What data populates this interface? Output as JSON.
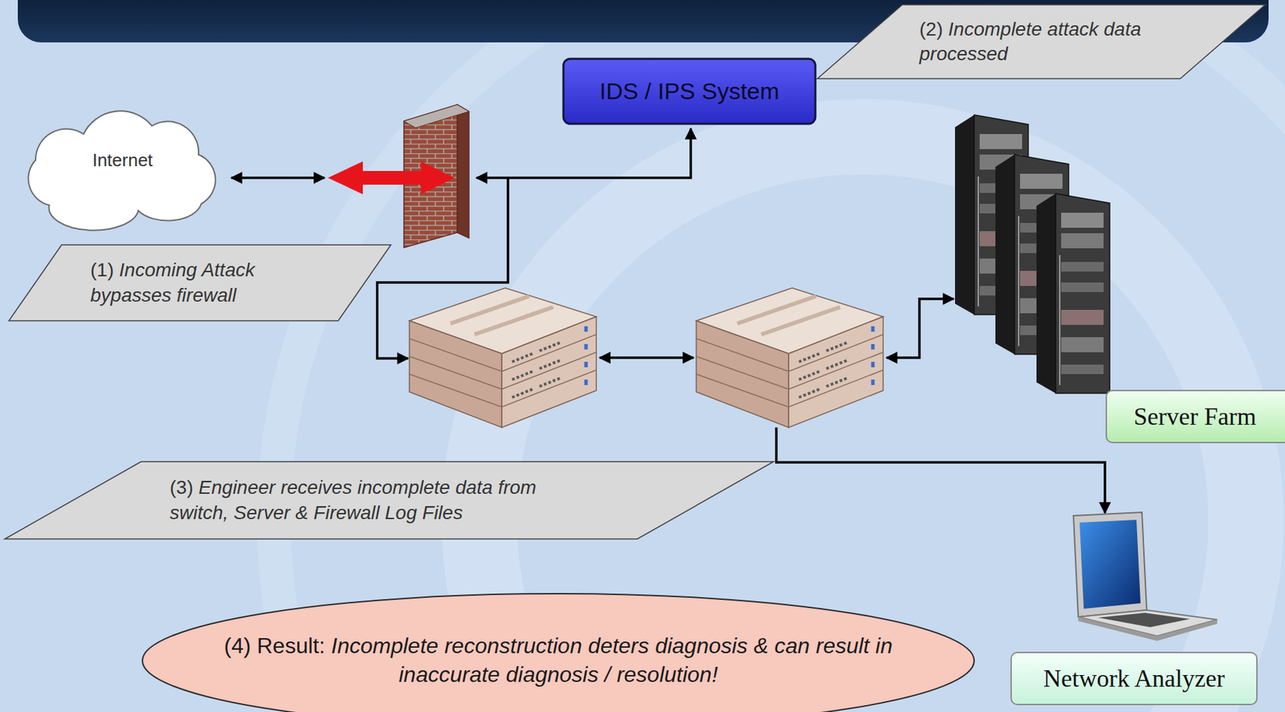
{
  "diagram": {
    "nodes": [
      {
        "text": [
          "(2)",
          "Incomplete attack data processed"
        ]
      },
      {
        "text": [
          "IDS / IPS System"
        ]
      },
      {
        "text": [
          "Internet"
        ]
      },
      {
        "text": [
          "(1)",
          "Incoming Attack bypasses firewall"
        ]
      },
      {
        "text": [
          "Server Farm"
        ]
      },
      {
        "text": [
          "(3)",
          "Engineer receives incomplete data from switch, Server & Firewall Log Files"
        ]
      },
      {
        "text": [
          "(4) Result:",
          "Incomplete reconstruction deters diagnosis & can result in inaccurate diagnosis / resolution!"
        ]
      },
      {
        "text": [
          "Network Analyzer"
        ]
      }
    ]
  }
}
